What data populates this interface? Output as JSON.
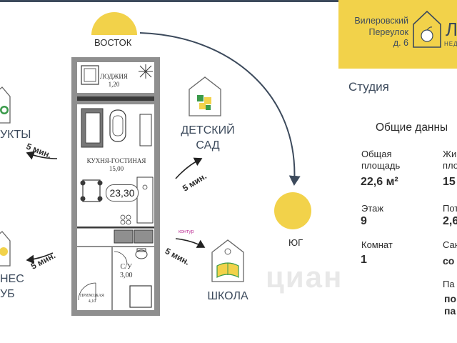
{
  "header": {
    "address": [
      "Вилеровский",
      "Переулок",
      "д. 6"
    ],
    "brand": "Л",
    "brand_sub": "НЕД"
  },
  "apartment_type": "Студия",
  "info": {
    "title": "Общие данны",
    "total_area_label": [
      "Общая",
      "площадь"
    ],
    "total_area_value": "22,6 м²",
    "living_area_label": [
      "Жи",
      "пло"
    ],
    "living_area_value": "15",
    "floor_label": "Этаж",
    "floor_value": "9",
    "ceiling_label": "Пот",
    "ceiling_value": "2,6",
    "rooms_label": "Комнат",
    "rooms_value": "1",
    "bathroom_label": "Сан",
    "bathroom_value": "со",
    "parking_label": "Па",
    "parking_value": [
      "по",
      "па"
    ]
  },
  "directions": {
    "east": "ВОСТОК",
    "south": "ЮГ"
  },
  "places": {
    "kindergarten": [
      "ДЕТСКИЙ",
      "САД"
    ],
    "school": "ШКОЛА",
    "products": "УКТЫ",
    "fitness": [
      "НЕС",
      "УБ"
    ]
  },
  "walk_times": {
    "kindergarten": "5 мин.",
    "school": "5 мин.",
    "products": "5 мин.",
    "fitness": "5 мин."
  },
  "floorplan": {
    "loggia_name": "ЛОДЖИЯ",
    "loggia_area": "1,20",
    "kitchen_name": "КУХНЯ-ГОСТИНАЯ",
    "kitchen_area": "15,00",
    "total_badge": "23,30",
    "bathroom_name": "С/У",
    "bathroom_area": "3,00",
    "hall_name": "ПРИХОЖАЯ",
    "hall_area": "4,10",
    "kontur": "контур"
  },
  "watermark": "циан",
  "colors": {
    "yellow": "#f2d24a",
    "navy": "#3c4a5c",
    "wall": "#3a3a3a",
    "green": "#3a9a4a"
  },
  "icons": [
    "sun-east-icon",
    "sun-south-icon",
    "house-kindergarten-icon",
    "house-school-icon",
    "house-products-icon",
    "house-fitness-icon",
    "brand-house-icon"
  ]
}
